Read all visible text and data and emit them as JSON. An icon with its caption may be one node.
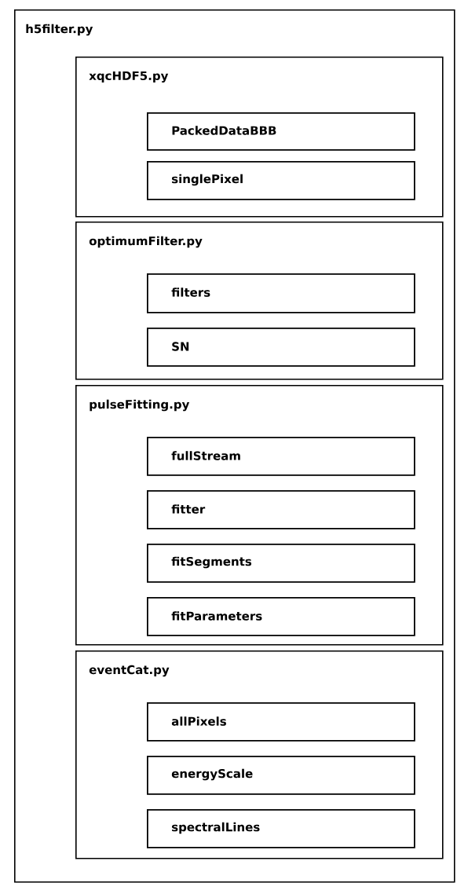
{
  "diagram": {
    "nodes": [
      {
        "text": [
          "h5filter.py"
        ]
      },
      {
        "text": [
          "xqcHDF5.py"
        ],
        "in": 0
      },
      {
        "text": [
          "PackedDataBBB"
        ],
        "in": 1
      },
      {
        "text": [
          "singlePixel"
        ],
        "in": 1
      },
      {
        "text": [
          "optimumFilter.py"
        ],
        "in": 0
      },
      {
        "text": [
          "filters"
        ],
        "in": 4
      },
      {
        "text": [
          "SN"
        ],
        "in": 4
      },
      {
        "text": [
          "pulseFitting.py"
        ],
        "in": 0
      },
      {
        "text": [
          "fullStream"
        ],
        "in": 7
      },
      {
        "text": [
          "fitter"
        ],
        "in": 7
      },
      {
        "text": [
          "fitSegments"
        ],
        "in": 7
      },
      {
        "text": [
          "fitParameters"
        ],
        "in": 7
      },
      {
        "text": [
          "eventCat.py"
        ],
        "in": 0
      },
      {
        "text": [
          "allPixels"
        ],
        "in": 12
      },
      {
        "text": [
          "energyScale"
        ],
        "in": 12
      },
      {
        "text": [
          "spectralLines"
        ],
        "in": 12
      }
    ]
  }
}
